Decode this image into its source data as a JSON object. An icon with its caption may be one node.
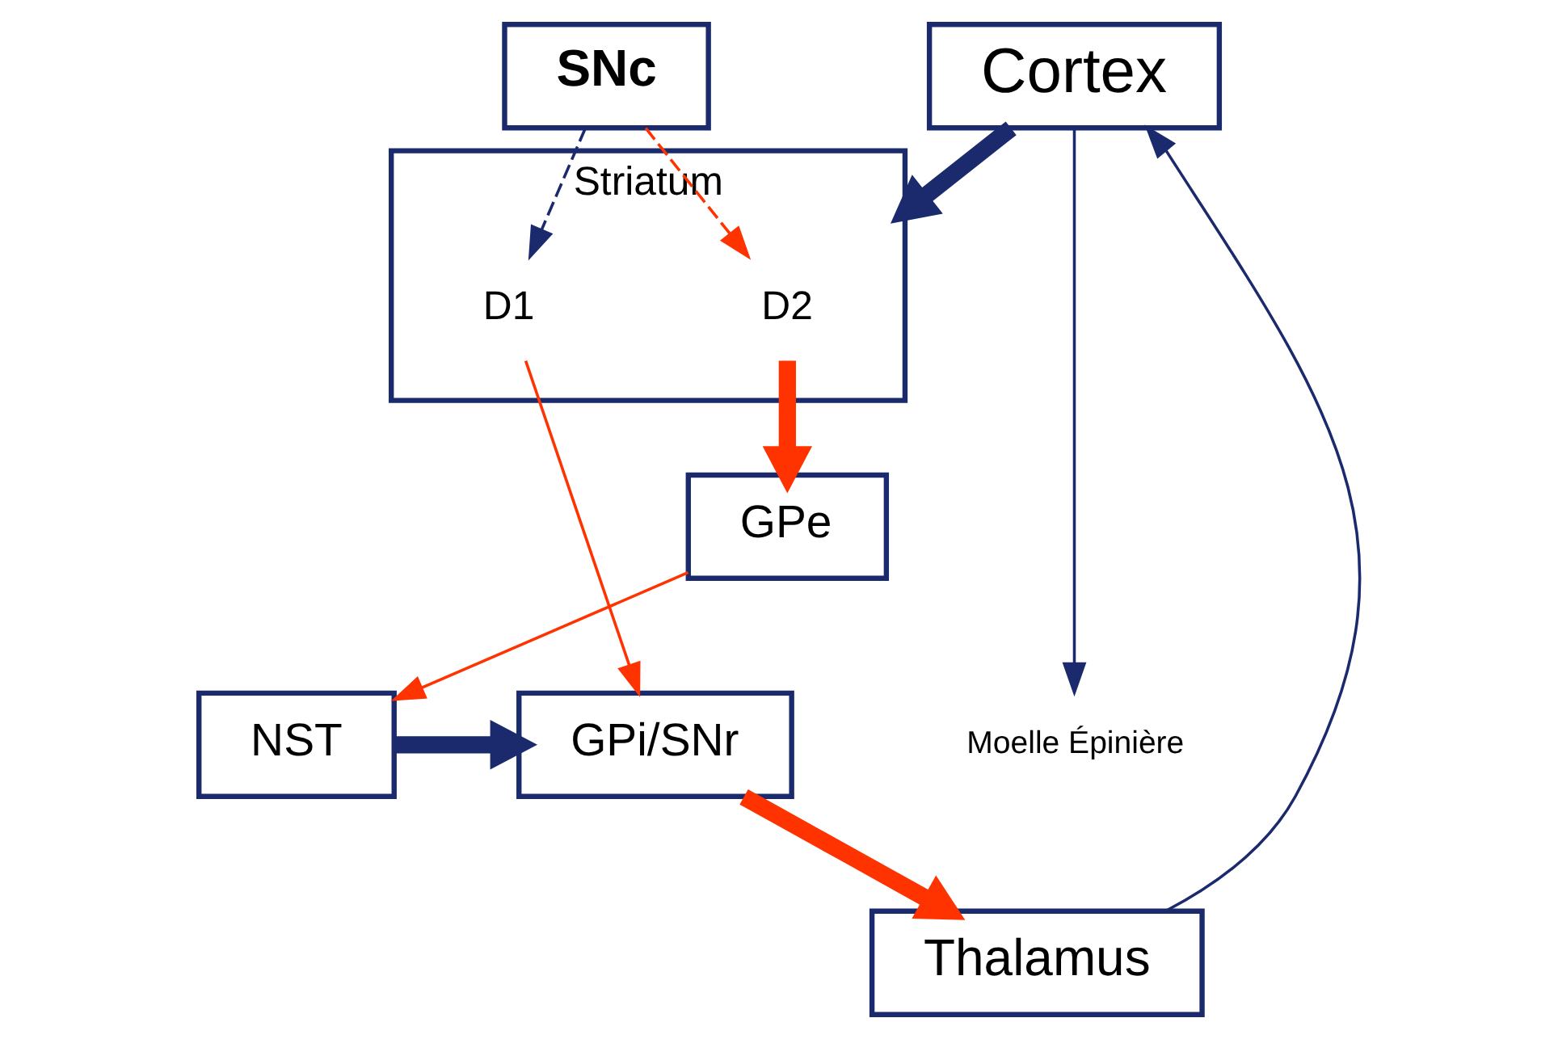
{
  "diagram": {
    "nodes": [
      {
        "text": [
          "Cortex"
        ]
      },
      {
        "text": [
          "Striatum"
        ]
      },
      {
        "text": [
          "D2"
        ],
        "in": 1
      },
      {
        "text": [
          "D1"
        ],
        "in": 1
      },
      {
        "text": [
          "SNc"
        ]
      },
      {
        "text": [
          "GPe"
        ]
      },
      {
        "text": [
          "NST"
        ]
      },
      {
        "text": [
          "GPi/SNr"
        ]
      },
      {
        "text": [
          "Thalamus"
        ]
      },
      {
        "text": [
          "Moelle Épinière"
        ]
      }
    ],
    "edges": [
      {
        "from": 0,
        "to": 1,
        "arrow": "to",
        "style": "thick"
      },
      {
        "from": 4,
        "to": 2,
        "arrow": "to",
        "style": "dashed",
        "color": "#ff3300"
      },
      {
        "from": 4,
        "to": 3,
        "arrow": "to",
        "style": "dashed"
      },
      {
        "from": 2,
        "to": 5,
        "arrow": "to",
        "style": "thick",
        "color": "#ff3300"
      },
      {
        "from": 3,
        "to": 7,
        "arrow": "to",
        "color": "#ff3300"
      },
      {
        "from": 5,
        "to": 6,
        "arrow": "to",
        "color": "#ff3300"
      },
      {
        "from": 6,
        "to": 7,
        "arrow": "to",
        "style": "thick"
      },
      {
        "from": 7,
        "to": 8,
        "arrow": "to",
        "style": "thick",
        "color": "#ff3300"
      },
      {
        "from": 8,
        "to": 0,
        "arrow": "to"
      },
      {
        "from": 0,
        "to": 9,
        "arrow": "to"
      }
    ]
  }
}
